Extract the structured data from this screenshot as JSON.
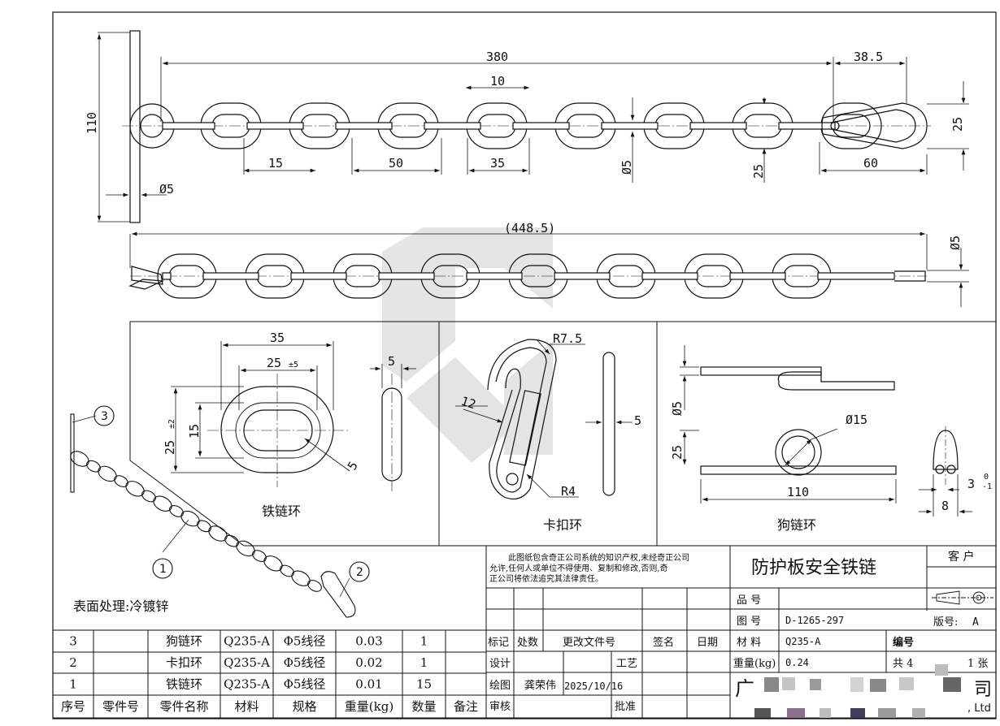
{
  "dims": {
    "d380": "380",
    "d38_5": "38.5",
    "d10": "10",
    "d110": "110",
    "d25": "25",
    "d15": "15",
    "d50": "50",
    "d35": "35",
    "d60": "60",
    "phi5": "Ø5",
    "d448": "(448.5)",
    "link_35": "35",
    "link_25": "25",
    "link_tol5": "±5",
    "link_5": "5",
    "link_25v": "25",
    "link_tol2": "±2",
    "link_15": "15",
    "link_5diag": "5",
    "hook_r75": "R7.5",
    "hook_12": "12",
    "hook_r4": "R4",
    "hook_5": "5",
    "dog_phi5": "Ø5",
    "dog_phi15": "Ø15",
    "dog_25": "25",
    "dog_110": "110",
    "dog_3": "3",
    "dog_tol_up": "0",
    "dog_tol_dn": "-1",
    "dog_8": "8"
  },
  "views": {
    "link_title": "铁链环",
    "hook_title": "卡扣环",
    "dog_title": "狗链环"
  },
  "balloons": [
    "1",
    "2",
    "3"
  ],
  "surface": "表面处理:冷镀锌",
  "bom": {
    "headers": [
      "序号",
      "零件号",
      "零件名称",
      "材料",
      "规格",
      "重量(kg)",
      "数量",
      "备注"
    ],
    "rows": [
      [
        "3",
        "",
        "狗链环",
        "Q235-A",
        "Φ5线径",
        "0.03",
        "1",
        ""
      ],
      [
        "2",
        "",
        "卡扣环",
        "Q235-A",
        "Φ5线径",
        "0.02",
        "1",
        ""
      ],
      [
        "1",
        "",
        "铁链环",
        "Q235-A",
        "Φ5线径",
        "0.01",
        "15",
        ""
      ]
    ]
  },
  "title_block": {
    "notice_line1": "此图纸包含奇正公司系统的知识产权,未经奇正公司",
    "notice_line2": "允许,任何人或单位不得使用、复制和修改,否则,奇",
    "notice_line3": "正公司将依法追究其法律责任。",
    "drawing_name": "防护板安全铁链",
    "customer_label": "客 户",
    "part_label": "品  号",
    "drawing_no_label": "图  号",
    "drawing_no": "D-1265-297",
    "material_label": "材  料",
    "material": "Q235-A",
    "code_label": "编号",
    "weight_label": "重量(kg)",
    "weight": "0.24",
    "sheets_left": "共 4",
    "sheets_right": "1 张",
    "version_label": "版号:",
    "version": "A",
    "rev_mark": "标记",
    "rev_count": "处数",
    "rev_doc": "更改文件号",
    "rev_sign": "签名",
    "rev_date": "日期",
    "design_label": "设计",
    "process_label": "工艺",
    "draw_label": "绘图",
    "drafter": "龚荣伟",
    "draw_date": "2025/10/16",
    "check_label": "审核",
    "approve_label": "批准",
    "company_char": "广",
    "company_end": "司",
    "company_en_end": ", Ltd"
  }
}
